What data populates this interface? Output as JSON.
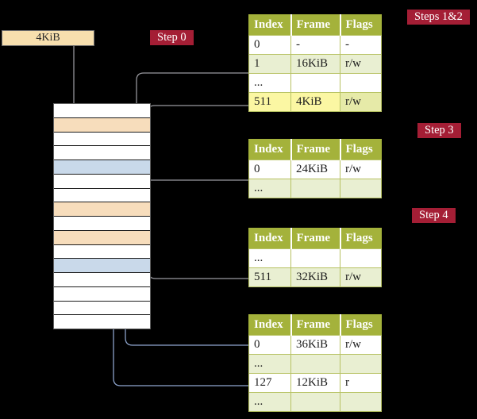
{
  "diagram": {
    "colors": {
      "page_bg": "#000000",
      "box_fill": "#f7dfae",
      "step_bg": "#a41e35",
      "olive": "#a4b23b",
      "tborder": "#b7c263",
      "row_alt": "#e9efd2",
      "highlight": "#fbf7a3",
      "highlight_flags": "#e6eaa8",
      "peach": "#f7ddbc",
      "blue": "#c9d9ea",
      "arrow_gray": "#9a9aa0",
      "arrow_blue": "#8fa6cf"
    },
    "cr3_box": {
      "label": "4KiB"
    },
    "steps": [
      {
        "label": "Step 0"
      },
      {
        "label": "Steps 1&2"
      },
      {
        "label": "Step 3"
      },
      {
        "label": "Step 4"
      }
    ],
    "memory_strip": {
      "row_colors": [
        "white",
        "peach",
        "white",
        "white",
        "blue",
        "white",
        "white",
        "peach",
        "white",
        "peach",
        "white",
        "blue",
        "white",
        "white",
        "white",
        "white"
      ]
    },
    "page_tables": [
      {
        "headers": [
          "Index",
          "Frame",
          "Flags"
        ],
        "rows": [
          {
            "style": "plain",
            "cells": [
              "0",
              "-",
              "-"
            ]
          },
          {
            "style": "alt",
            "cells": [
              "1",
              "16KiB",
              "r/w"
            ]
          },
          {
            "style": "plain",
            "cells": [
              "...",
              "",
              ""
            ]
          },
          {
            "style": "highlight",
            "cells": [
              "511",
              "4KiB",
              "r/w"
            ]
          }
        ]
      },
      {
        "headers": [
          "Index",
          "Frame",
          "Flags"
        ],
        "rows": [
          {
            "style": "plain",
            "cells": [
              "0",
              "24KiB",
              "r/w"
            ]
          },
          {
            "style": "alt",
            "cells": [
              "...",
              "",
              ""
            ]
          }
        ]
      },
      {
        "headers": [
          "Index",
          "Frame",
          "Flags"
        ],
        "rows": [
          {
            "style": "plain",
            "cells": [
              "...",
              "",
              ""
            ]
          },
          {
            "style": "alt",
            "cells": [
              "511",
              "32KiB",
              "r/w"
            ]
          }
        ]
      },
      {
        "headers": [
          "Index",
          "Frame",
          "Flags"
        ],
        "rows": [
          {
            "style": "plain",
            "cells": [
              "0",
              "36KiB",
              "r/w"
            ]
          },
          {
            "style": "alt",
            "cells": [
              "...",
              "",
              ""
            ]
          },
          {
            "style": "plain",
            "cells": [
              "127",
              "12KiB",
              "r"
            ]
          },
          {
            "style": "alt",
            "cells": [
              "...",
              "",
              ""
            ]
          }
        ]
      }
    ],
    "connections": [
      {
        "from": "cr3-frame-box",
        "to": "memory-frame-row-1",
        "color": "gray"
      },
      {
        "from": "table-1-entry-1",
        "to": "memory-frame-row-4",
        "color": "gray"
      },
      {
        "from": "table-1-entry-511",
        "to": "memory-frame-row-1",
        "color": "gray"
      },
      {
        "from": "table-2-entry-0",
        "to": "memory-frame-row-7",
        "color": "gray"
      },
      {
        "from": "table-3-entry-511",
        "to": "memory-frame-row-9",
        "color": "gray"
      },
      {
        "from": "table-4-entry-0",
        "to": "memory-frame-row-11",
        "color": "blue"
      },
      {
        "from": "table-4-entry-127",
        "to": "memory-frame-row-4",
        "color": "blue"
      }
    ]
  }
}
